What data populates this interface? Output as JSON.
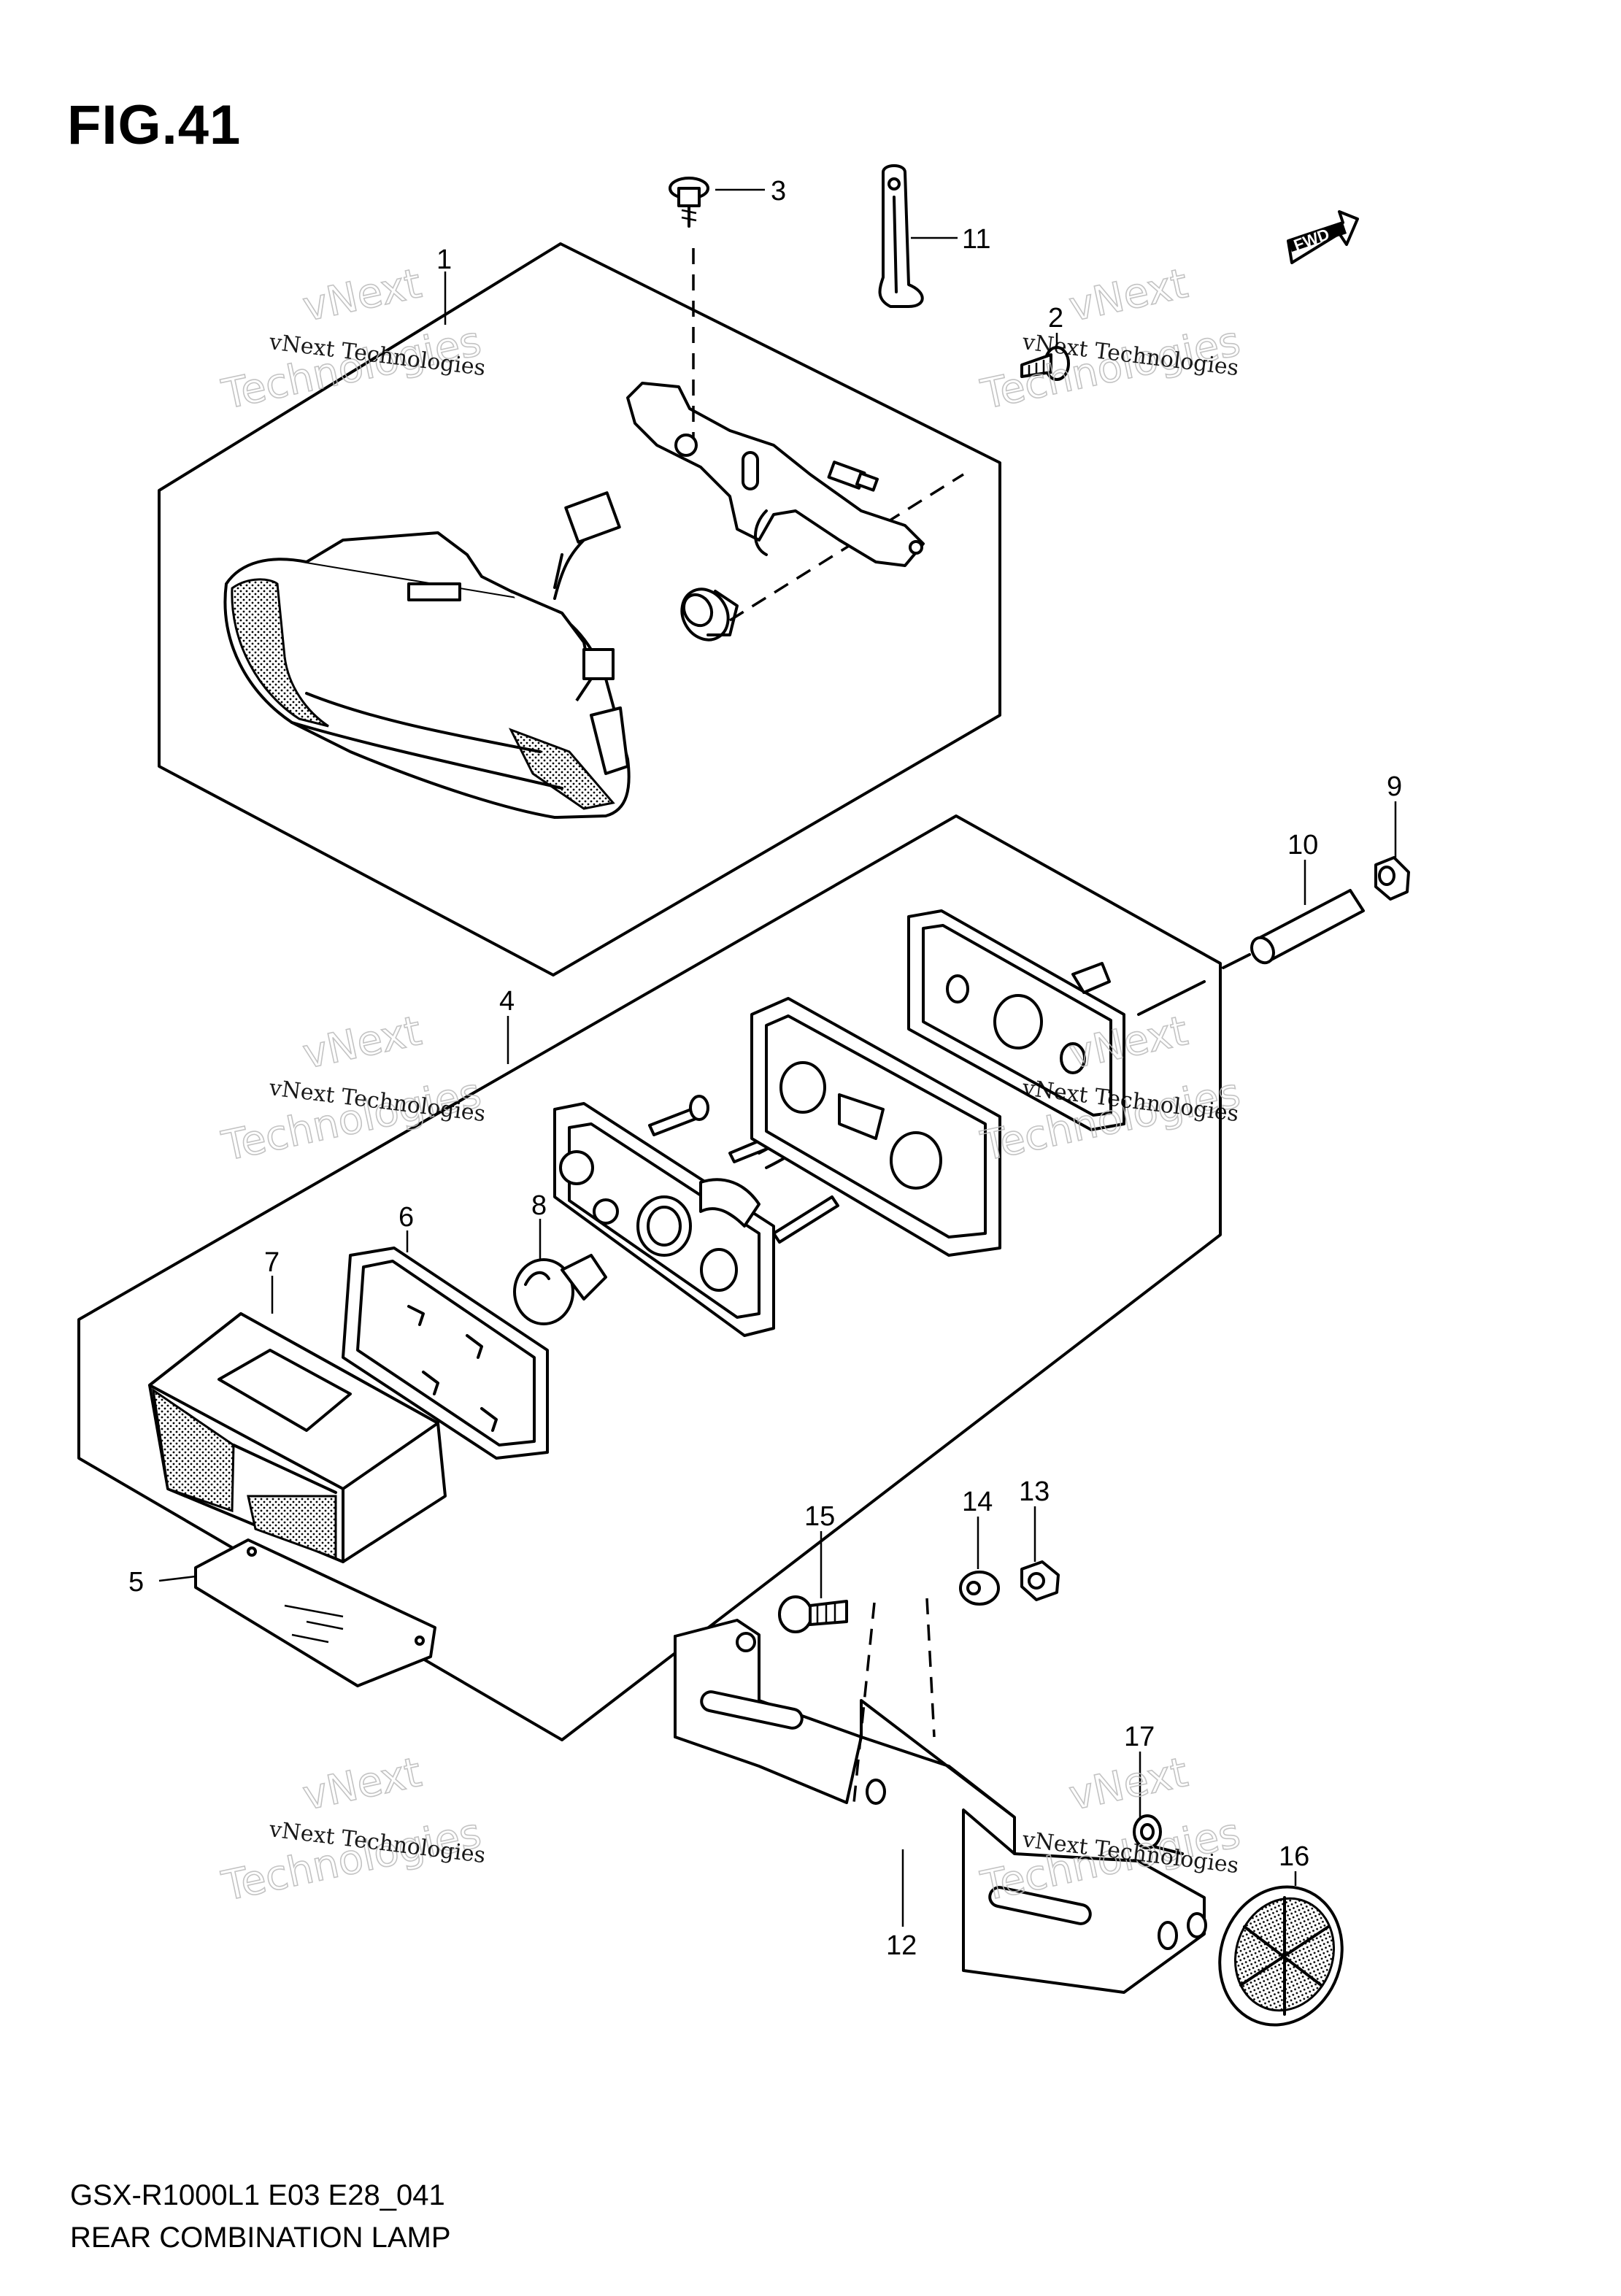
{
  "figure": {
    "title": "FIG.41"
  },
  "footer": {
    "model_code": "GSX-R1000L1 E03 E28_041",
    "diagram_name": "REAR COMBINATION LAMP"
  },
  "direction_badge": {
    "label": "FWD"
  },
  "watermark": {
    "line1": "vNext Technologies",
    "line2": "vNext",
    "line3": "Technologies"
  },
  "callouts": [
    {
      "id": "1",
      "label": "1"
    },
    {
      "id": "2",
      "label": "2"
    },
    {
      "id": "3",
      "label": "3"
    },
    {
      "id": "4",
      "label": "4"
    },
    {
      "id": "5",
      "label": "5"
    },
    {
      "id": "6",
      "label": "6"
    },
    {
      "id": "7",
      "label": "7"
    },
    {
      "id": "8",
      "label": "8"
    },
    {
      "id": "9",
      "label": "9"
    },
    {
      "id": "10",
      "label": "10"
    },
    {
      "id": "11",
      "label": "11"
    },
    {
      "id": "12",
      "label": "12"
    },
    {
      "id": "13",
      "label": "13"
    },
    {
      "id": "14",
      "label": "14"
    },
    {
      "id": "15",
      "label": "15"
    },
    {
      "id": "16",
      "label": "16"
    },
    {
      "id": "17",
      "label": "17"
    }
  ]
}
